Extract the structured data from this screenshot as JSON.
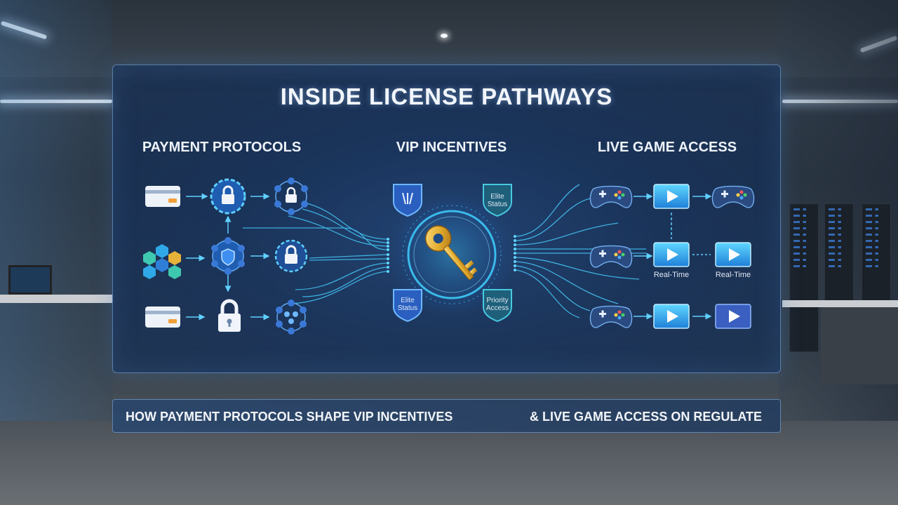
{
  "title": "INSIDE LICENSE PATHWAYS",
  "columns": {
    "payment": "PAYMENT PROTOCOLS",
    "vip": "VIP INCENTIVES",
    "live": "LIVE GAME ACCESS"
  },
  "badges": {
    "top_right": "Elite Status",
    "bottom_left": "Elite Status",
    "bottom_right": "Priority Access"
  },
  "live_labels": {
    "realtime_1": "Real-Time",
    "realtime_2": "Real-Time"
  },
  "caption": {
    "left": "HOW PAYMENT PROTOCOLS SHAPE VIP INCENTIVES",
    "right": "& LIVE GAME ACCESS ON REGULATE"
  },
  "colors": {
    "accent_cyan": "#3fd0ff",
    "panel_blue": "#1e4a86",
    "key_gold": "#e0a92a"
  },
  "icons": [
    "credit-card-icon",
    "padlock-icon",
    "hexagon-network-icon",
    "key-icon",
    "gamepad-icon",
    "play-screen-icon"
  ]
}
